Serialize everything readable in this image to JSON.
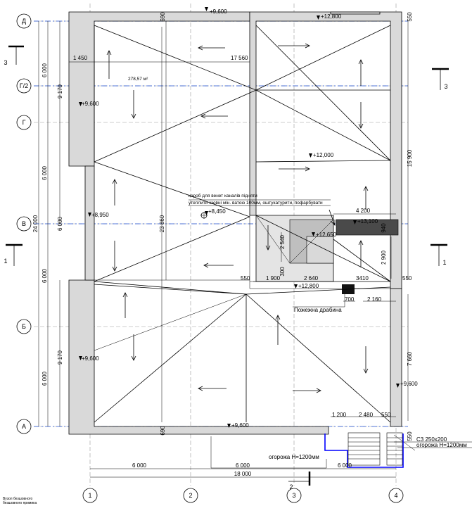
{
  "axes": {
    "rows": [
      "Д",
      "Г/2",
      "Г",
      "В",
      "Б",
      "А"
    ],
    "cols": [
      "1",
      "2",
      "3",
      "4"
    ]
  },
  "section_marks": {
    "left_top": "3",
    "right_top": "3",
    "left_mid": "1",
    "right_mid": "1",
    "bottom": "2"
  },
  "dims": {
    "bottom_spans": [
      "6 000",
      "6 000",
      "6 000"
    ],
    "bottom_total": "18 000",
    "left_outer": [
      "6 000",
      "6 000",
      "6 000",
      "6 000"
    ],
    "left_total": "24 000",
    "left_inner": [
      "9 170",
      "9 170"
    ],
    "left_mid": "6 000",
    "inner_vertical": "23 860",
    "right_15900": "15 900",
    "right_7660": "7 660",
    "top_550": "550",
    "d1450": "1 450",
    "d17560": "17 560",
    "d690_top": "690",
    "d690_bottom": "690",
    "d4200": "4 200",
    "d940": "940",
    "d2540": "2 540",
    "d2900": "2 900",
    "d300": "300",
    "d550_a": "550",
    "d1900": "1 900",
    "d2640": "2 640",
    "d3410": "3410",
    "d550_b": "550",
    "d700": "700",
    "d2160": "2 160",
    "d1200": "1 200",
    "d2480": "2 480",
    "d550_c": "550",
    "d550_d": "550",
    "area": "278,57 м²"
  },
  "levels": {
    "l9600_top": "+9,600",
    "l12800": "+12,800",
    "l9600_left1": "+9,600",
    "l12000": "+12,000",
    "l8950": "+8,950",
    "l8450": "+8,450",
    "l13100": "+13,100",
    "l12650": "+12,650",
    "l12800b": "+12,800",
    "l9600_left2": "+9,600",
    "l9600_right": "+9,600",
    "l9600_bottom": "+9,600"
  },
  "notes": {
    "vent1": "короб для венет каналів підняти",
    "vent2": "утеплити ззовні мін. ватою 100мм, оштукатурити, пофарбувати",
    "ladder": "Пожежна драбина",
    "c3": "С3 250х200",
    "fence_right": "огорожа Н=1200мм",
    "fence_left": "огорожа Н=1200мм",
    "corner1": "Вузол безшовного",
    "corner2": "безшовного примика"
  }
}
